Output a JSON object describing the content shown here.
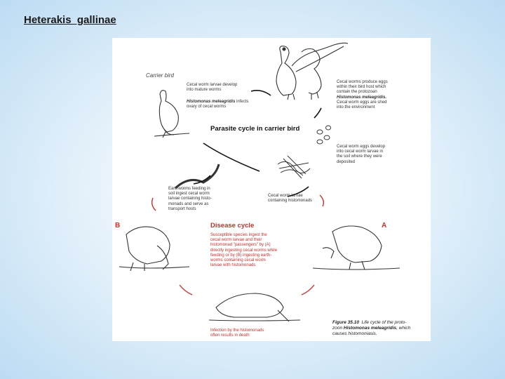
{
  "slide": {
    "title": "Heterakis  gallinae"
  },
  "figure": {
    "carrier_bird_label": "Carrier bird",
    "cycle_heading": "Parasite cycle in carrier bird",
    "disease_heading": "Disease cycle",
    "letter_b": "B",
    "letter_a": "A",
    "text_cecal_develop": "Cecal worm larvae develop\ninto mature worms",
    "text_histomonas_infects_1": "Histomonas meleagridis",
    "text_histomonas_infects_2": " infects\novary of cecal worms",
    "text_eggs_1": "Cecal worms produce eggs\nwithin their bird host which\ncontain the protozoan\n",
    "text_eggs_2": "Histomonas meleagridis.",
    "text_eggs_3": "\nCecal worm eggs are shed\ninto the environment",
    "text_soil": "Cecal worm eggs develop\ninto cecal worm larvae in\nthe soil where they were\ndeposited",
    "text_larvae": "Cecal worm larvae\ncontaining histomonads",
    "text_earthworms": "Earthworms feeding in\nsoil ingest cecal worm\nlarvae containing histo-\nmonads and serve as\ntransport hosts",
    "text_susceptible": "Susceptible species ingest the\ncecal worm larvae and their\nhistomonad \"passengers\" by (A)\ndirectly ingesting cecal worms while\nfeeding or by (B) ingesting earth-\nworms containing cecal worm\nlarvae with histomonads",
    "text_infection": "Infection by the histomonads\noften results in death",
    "caption_1": "Figure 35.10",
    "caption_2": "  Life cycle of the proto-\nzoon ",
    "caption_3": "Histomonas meleagridis",
    "caption_4": ", which\ncauses histomoniasis."
  }
}
